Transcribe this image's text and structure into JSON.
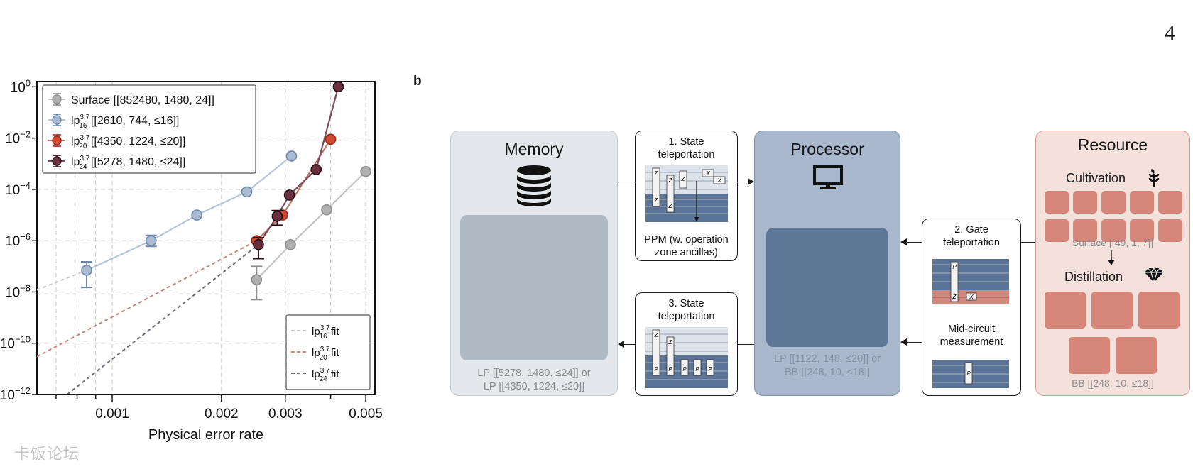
{
  "page_number": "4",
  "watermark": "卡饭论坛",
  "chart_data": {
    "type": "line",
    "xlabel": "Physical error rate",
    "x_scale": "log",
    "y_scale": "log",
    "xlim": [
      0.00062,
      0.0053
    ],
    "ylim": [
      1e-12,
      1.6
    ],
    "x_ticks": [
      {
        "value": 0.001,
        "label": "0.001"
      },
      {
        "value": 0.002,
        "label": "0.002"
      },
      {
        "value": 0.003,
        "label": "0.003"
      },
      {
        "value": 0.005,
        "label": "0.005"
      }
    ],
    "y_ticks": [
      {
        "value": 1,
        "base": "10",
        "exp": "0"
      },
      {
        "value": 0.01,
        "base": "10",
        "exp": "−2"
      },
      {
        "value": 0.0001,
        "base": "10",
        "exp": "−4"
      },
      {
        "value": 1e-06,
        "base": "10",
        "exp": "−6"
      },
      {
        "value": 1e-08,
        "base": "10",
        "exp": "−8"
      },
      {
        "value": 1e-10,
        "base": "10",
        "exp": "−10"
      },
      {
        "value": 1e-12,
        "base": "10",
        "exp": "−12"
      }
    ],
    "grid": true,
    "legend_position": "top-left",
    "series": [
      {
        "name": "Surface [[852480, 1480, 24]]",
        "name_parts": {
          "main": "Surface [[852480, 1480, 24]]"
        },
        "color": "#b0b0b0",
        "edge": "#8e8e8e",
        "line": "#c4c4c4",
        "points": [
          {
            "x": 0.0025,
            "y": 3e-08,
            "lo": 5e-09,
            "hi": 1e-07
          },
          {
            "x": 0.0031,
            "y": 7e-07
          },
          {
            "x": 0.0039,
            "y": 1.6e-05
          },
          {
            "x": 0.005,
            "y": 0.0005
          }
        ]
      },
      {
        "name": "lp₁₆³·⁷ [[2610, 744, ≤16]]",
        "name_parts": {
          "main": "lp",
          "sup": "3,7",
          "sub": "16",
          "rest": " [[2610, 744, ≤16]]"
        },
        "color": "#a9bcd3",
        "edge": "#6d88a9",
        "line": "#b5c6d8",
        "points": [
          {
            "x": 0.00085,
            "y": 7e-08,
            "lo": 1.5e-08,
            "hi": 1.5e-07
          },
          {
            "x": 0.00128,
            "y": 1e-06,
            "lo": 6e-07,
            "hi": 1.6e-06
          },
          {
            "x": 0.00171,
            "y": 1e-05
          },
          {
            "x": 0.00235,
            "y": 8e-05
          },
          {
            "x": 0.00312,
            "y": 0.002
          }
        ]
      },
      {
        "name": "lp₂₀³·⁷ [[4350, 1224, ≤20]]",
        "name_parts": {
          "main": "lp",
          "sup": "3,7",
          "sub": "20",
          "rest": " [[4350, 1224, ≤20]]"
        },
        "color": "#cf4a33",
        "edge": "#9a2a18",
        "line": "#b77a6a",
        "points": [
          {
            "x": 0.0025,
            "y": 1e-06
          },
          {
            "x": 0.00295,
            "y": 1e-05
          },
          {
            "x": 0.004,
            "y": 0.009
          }
        ]
      },
      {
        "name": "lp₂₄³·⁷ [[5278, 1480, ≤24]]",
        "name_parts": {
          "main": "lp",
          "sup": "3,7",
          "sub": "24",
          "rest": " [[5278, 1480, ≤24]]"
        },
        "color": "#6b3040",
        "edge": "#2a0f18",
        "line": "#7a4a5a",
        "points": [
          {
            "x": 0.00253,
            "y": 7e-07,
            "lo": 2e-07,
            "hi": 1.3e-06
          },
          {
            "x": 0.00285,
            "y": 9e-06,
            "lo": 4e-06,
            "hi": 1.5e-05
          },
          {
            "x": 0.00308,
            "y": 6e-05
          },
          {
            "x": 0.00365,
            "y": 0.0006
          },
          {
            "x": 0.0042,
            "y": 1
          }
        ]
      }
    ],
    "fits": [
      {
        "name": "lp₁₆³·⁷ fit",
        "name_parts": {
          "main": "lp",
          "sup": "3,7",
          "sub": "16",
          "rest": " fit"
        },
        "color": "#c8c8c8",
        "x": [
          0.00062,
          0.00085
        ],
        "y": [
          1.2e-08,
          7e-08
        ]
      },
      {
        "name": "lp₂₀³·⁷ fit",
        "name_parts": {
          "main": "lp",
          "sup": "3,7",
          "sub": "20",
          "rest": " fit"
        },
        "color": "#c08878",
        "x": [
          0.00062,
          0.0025
        ],
        "y": [
          3e-11,
          1e-06
        ]
      },
      {
        "name": "lp₂₄³·⁷ fit",
        "name_parts": {
          "main": "lp",
          "sup": "3,7",
          "sub": "24",
          "rest": " fit"
        },
        "color": "#6e6a78",
        "x": [
          0.00075,
          0.00253
        ],
        "y": [
          1e-12,
          7e-07
        ]
      }
    ],
    "fit_legend_position": "bottom-right"
  },
  "diagram": {
    "panel_label": "b",
    "memory": {
      "title": "Memory",
      "icon": "database-icon",
      "caption": [
        "LP [[5278, 1480, ≤24]] or",
        "LP [[4350, 1224, ≤20]]"
      ],
      "color": "#e4e8ec"
    },
    "processor": {
      "title": "Processor",
      "icon": "monitor-icon",
      "caption": [
        "LP [[1122, 148, ≤20]] or",
        "BB [[248, 10, ≤18]]"
      ],
      "color": "#a9b8cc"
    },
    "resource": {
      "title": "Resource",
      "color": "#f5e1db",
      "cultivation": {
        "label": "Cultivation",
        "icon": "sprout-icon",
        "caption": "Surface [[49, 1, 7]]"
      },
      "distillation": {
        "label": "Distillation",
        "icon": "diamond-icon",
        "caption": "BB [[248, 10, ≤18]]"
      }
    },
    "teleport1": {
      "title": [
        "1. State",
        "teleportation"
      ],
      "note": [
        "PPM (w. operation",
        "zone ancillas)"
      ]
    },
    "teleport2": {
      "title": [
        "2. Gate",
        "teleportation"
      ],
      "note": [
        "Mid-circuit",
        "measurement"
      ]
    },
    "teleport3": {
      "title": [
        "3. State",
        "teleportation"
      ]
    },
    "gate_labels": {
      "z": "Z",
      "x": "X",
      "p": "P"
    }
  }
}
